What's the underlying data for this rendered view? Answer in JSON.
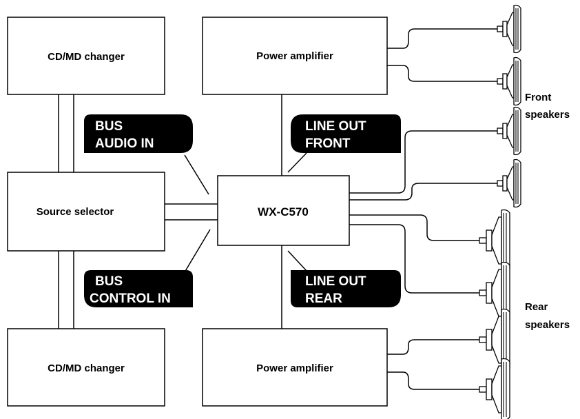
{
  "diagram": {
    "boxes": {
      "changer_top": "CD/MD changer",
      "changer_bottom": "CD/MD changer",
      "source_selector": "Source selector",
      "amp_front": "Power amplifier",
      "amp_rear": "Power amplifier",
      "head_unit": "WX-C570"
    },
    "callouts": {
      "bus_audio_in": [
        "BUS",
        "AUDIO IN"
      ],
      "bus_control_in": [
        "BUS",
        "CONTROL IN"
      ],
      "line_out_front": [
        "LINE OUT",
        "FRONT"
      ],
      "line_out_rear": [
        "LINE OUT",
        "REAR"
      ]
    },
    "speaker_groups": {
      "front": [
        "Front",
        "speakers"
      ],
      "rear": [
        "Rear",
        "speakers"
      ]
    }
  }
}
